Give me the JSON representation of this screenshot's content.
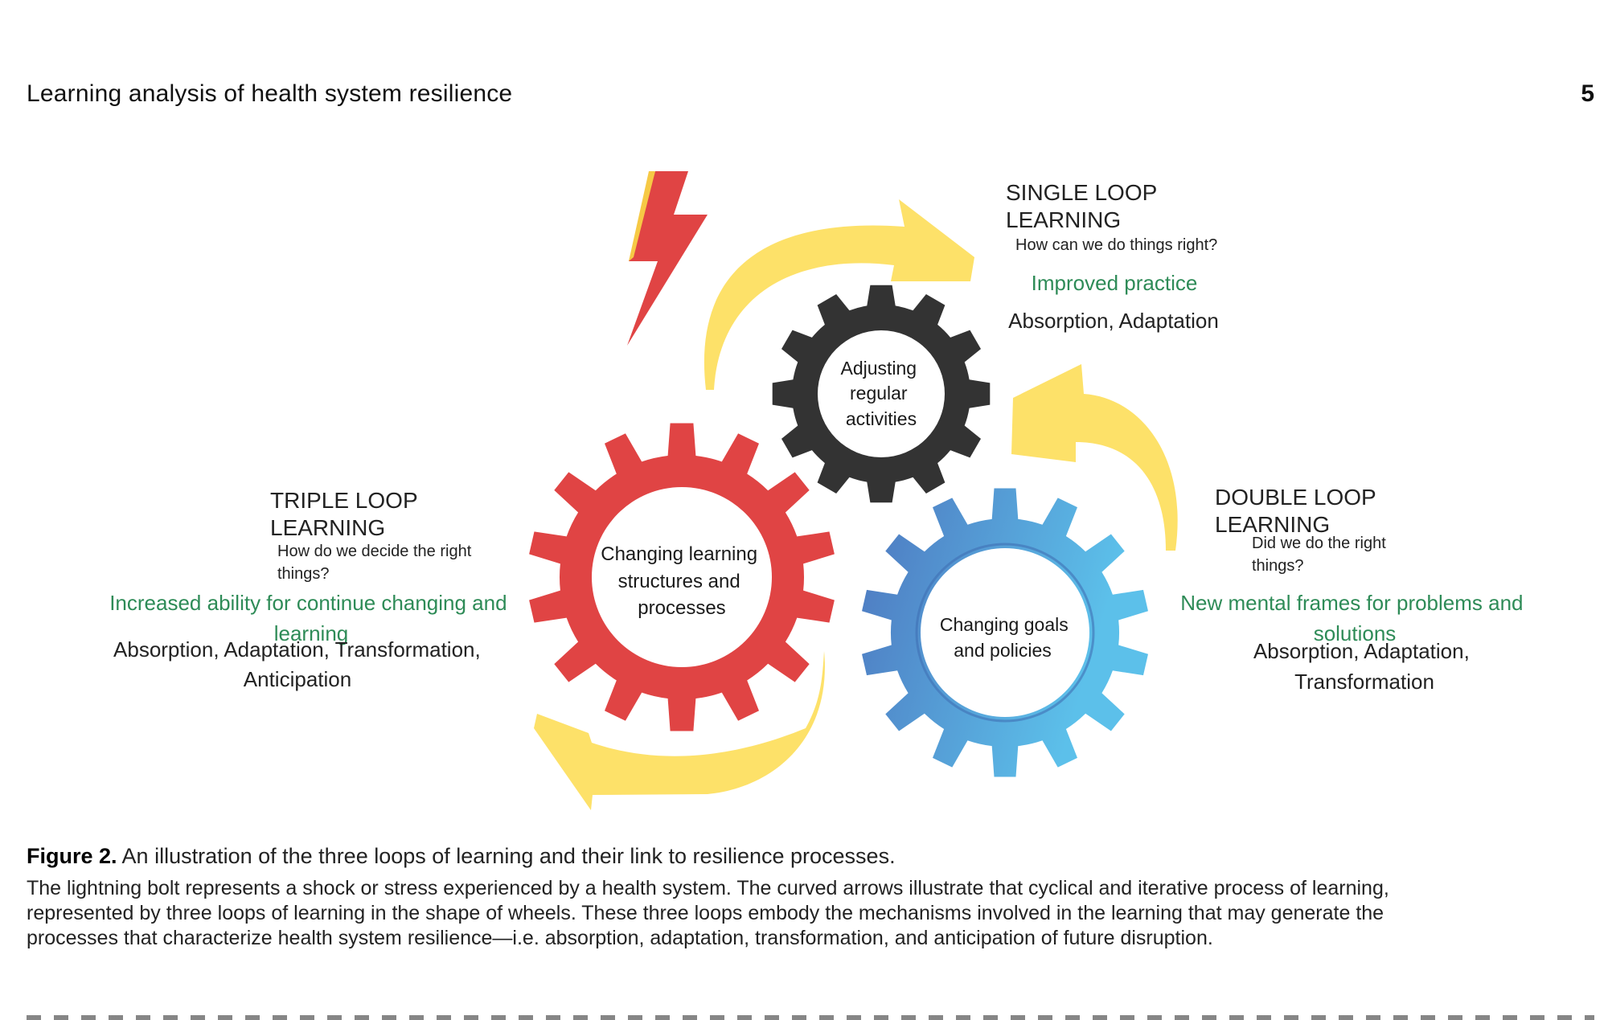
{
  "header": {
    "running_title": "Learning analysis of health system resilience",
    "page_number": "5"
  },
  "diagram": {
    "colors": {
      "red_gear": "#e04444",
      "dark_gear": "#333333",
      "blue_gear": "#4f86cf",
      "blue_gear_light": "#5cc0ea",
      "arrows": "#fde169",
      "bolt": "#e04444",
      "green_text": "#2e8b57"
    },
    "bolt_icon": "lightning-bolt",
    "gears": [
      {
        "id": "single",
        "lines": [
          "Adjusting",
          "regular",
          "activities"
        ]
      },
      {
        "id": "triple",
        "lines": [
          "Changing learning",
          "structures and",
          "processes"
        ]
      },
      {
        "id": "double",
        "lines": [
          "Changing goals",
          "and policies"
        ]
      }
    ],
    "single_loop": {
      "title_lines": [
        "SINGLE LOOP",
        "LEARNING"
      ],
      "question": "How can we do things right?",
      "outcome": "Improved practice",
      "processes": "Absorption, Adaptation"
    },
    "triple_loop": {
      "title_lines": [
        "TRIPLE LOOP",
        "LEARNING"
      ],
      "question_lines": [
        "How do we decide the right",
        "things?"
      ],
      "outcome_lines": [
        "Increased ability for continue changing and",
        "learning"
      ],
      "processes_lines": [
        "Absorption, Adaptation, Transformation,",
        "Anticipation"
      ]
    },
    "double_loop": {
      "title_lines": [
        "DOUBLE LOOP",
        "LEARNING"
      ],
      "question_lines": [
        "Did we do the right",
        "things?"
      ],
      "outcome_lines": [
        "New mental frames for problems and",
        "solutions"
      ],
      "processes_lines": [
        "Absorption, Adaptation,",
        "Transformation"
      ]
    }
  },
  "caption": {
    "label": "Figure 2.",
    "title": " An illustration of the three loops of learning and their link to resilience processes.",
    "body_lines": [
      "The  lightning bolt represents a shock or stress experienced by a health system. The curved arrows illustrate that cyclical and iterative process of learning,",
      "represented by three loops of learning in the shape of wheels. These three loops embody the mechanisms involved in the learning that may generate the",
      "processes that characterize health system resilience—i.e. absorption, adaptation, transformation, and anticipation of future disruption."
    ]
  }
}
